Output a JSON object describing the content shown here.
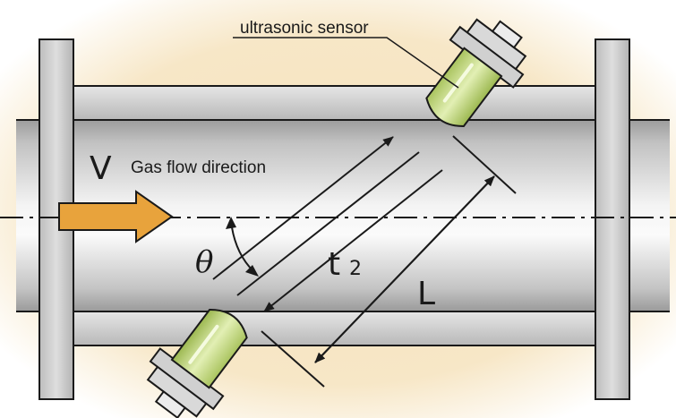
{
  "labels": {
    "sensor": "ultrasonic sensor",
    "velocity": "V",
    "flow": "Gas flow direction",
    "angle": "θ",
    "time_main": "t",
    "time_sub": "2",
    "length": "L"
  },
  "colors": {
    "pipe": "#c8c8c8",
    "pipe_outline": "#1a1a1a",
    "sensor_fill": "#c9dc8a",
    "arrow_fill": "#e8a33c",
    "halo": "#f4ddb0"
  },
  "icons": {
    "flow_arrow": "arrow-right-icon",
    "sensor": "ultrasonic-transducer-icon"
  }
}
